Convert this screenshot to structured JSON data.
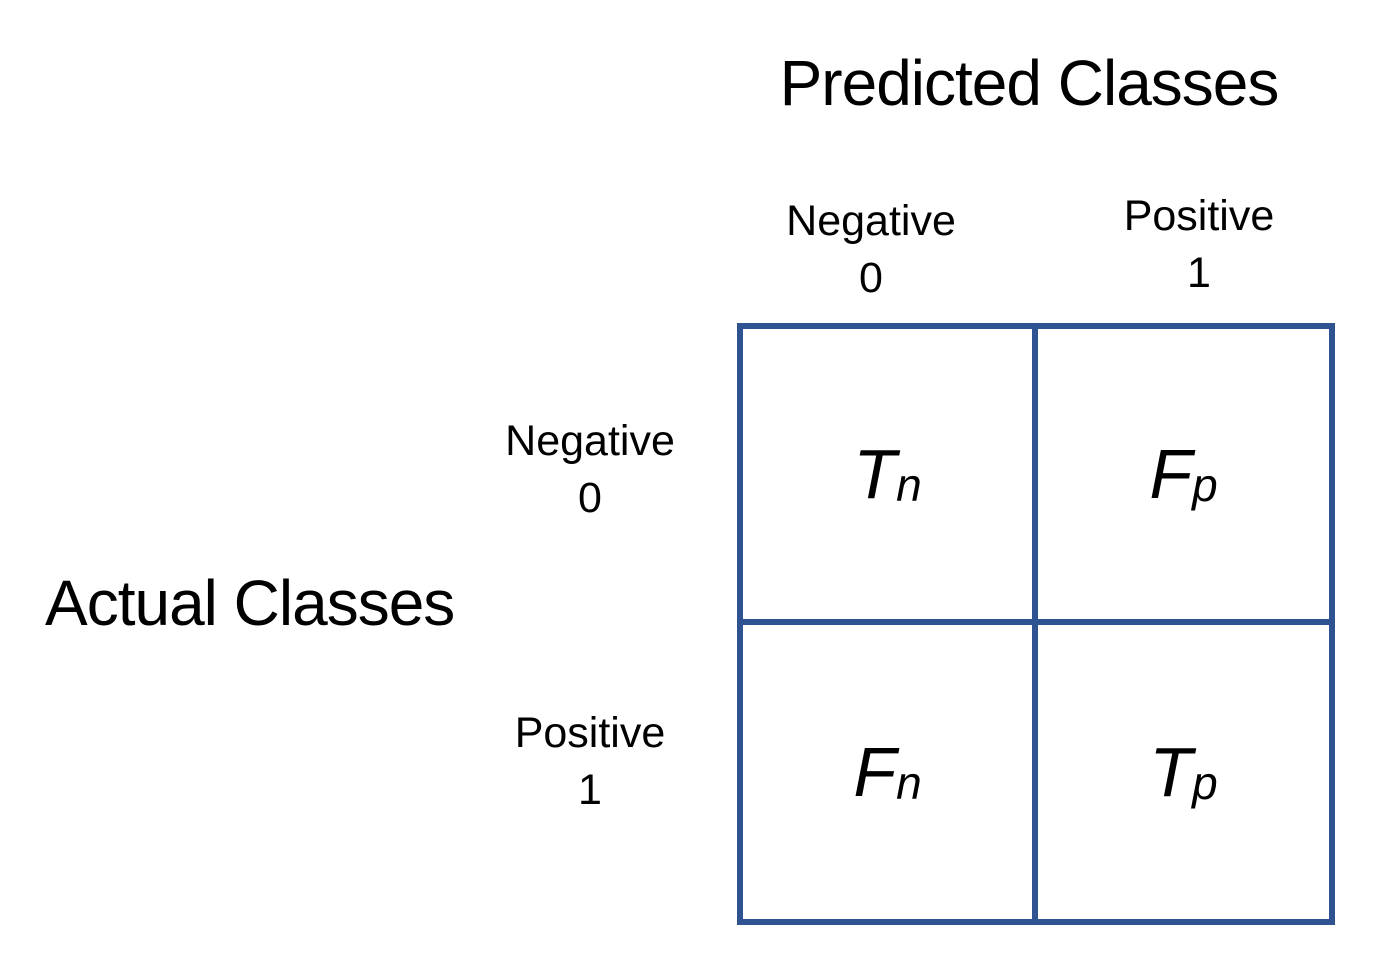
{
  "matrix": {
    "title": "Predicted Classes",
    "row_axis_label": "Actual Classes",
    "column_headers": [
      {
        "label": "Negative",
        "value": "0"
      },
      {
        "label": "Positive",
        "value": "1"
      }
    ],
    "row_headers": [
      {
        "label": "Negative",
        "value": "0"
      },
      {
        "label": "Positive",
        "value": "1"
      }
    ],
    "cells": [
      {
        "main": "T",
        "sub": "n"
      },
      {
        "main": "F",
        "sub": "p"
      },
      {
        "main": "F",
        "sub": "n"
      },
      {
        "main": "T",
        "sub": "p"
      }
    ],
    "colors": {
      "grid_border": "#2F5291",
      "text": "#000000",
      "background": "#FFFFFF"
    }
  }
}
